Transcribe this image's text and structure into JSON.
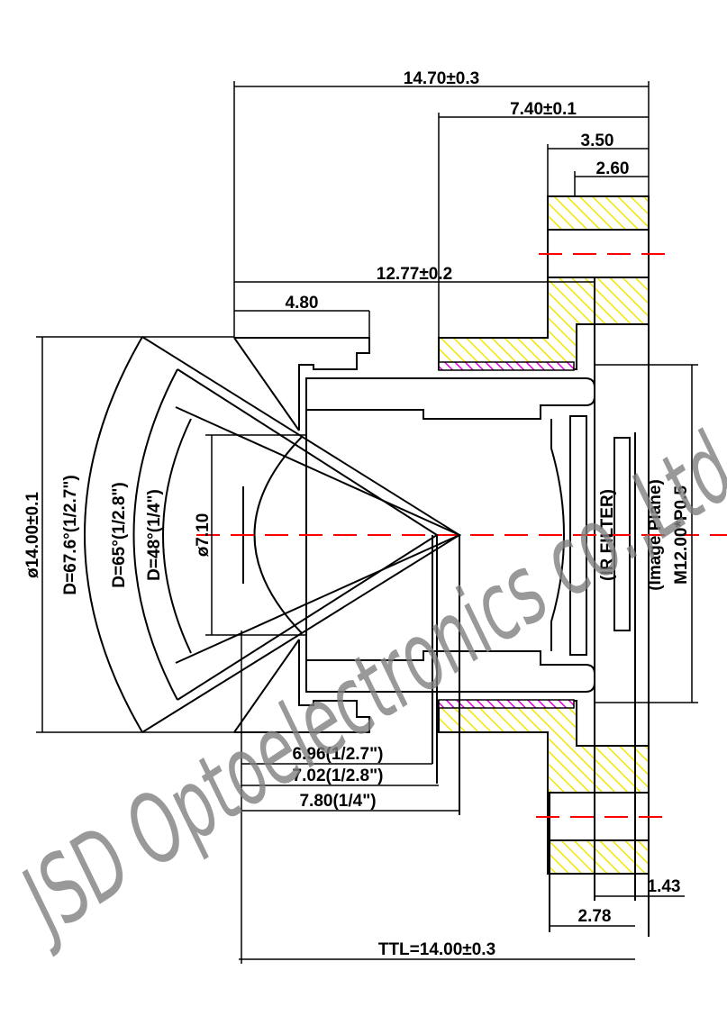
{
  "title": "M12 lens mechanical drawing",
  "dimensions": {
    "overall_length": "14.70±0.3",
    "flange_length": "7.40±0.1",
    "holder_step": "3.50",
    "holder_flange": "2.60",
    "barrel_length": "12.77±0.2",
    "front_length": "4.80",
    "outer_diameter": "ø14.00±0.1",
    "front_aperture": "ø7.10",
    "thread": "M12.00*P0.5",
    "bfl_1": "6.96(1/2.7\")",
    "bfl_2": "7.02(1/2.8\")",
    "bfl_3": "7.80(1/4\")",
    "filter_to_plane": "1.43",
    "rear_to_plane": "2.78",
    "ttl": "TTL=14.00±0.3"
  },
  "fov": {
    "d1": "D=67.6°(1/2.7\")",
    "d2": "D=65°(1/2.8\")",
    "d3": "D=48°(1/4\")"
  },
  "labels": {
    "ir_filter": "(IR FILTER)",
    "image_plane": "(Image Plane)"
  },
  "watermark": "JSD Optoelectronics co.,Ltd",
  "colors": {
    "hatch": "#f5e800",
    "hatch2": "#e000e0",
    "centerline": "#ff0000"
  }
}
